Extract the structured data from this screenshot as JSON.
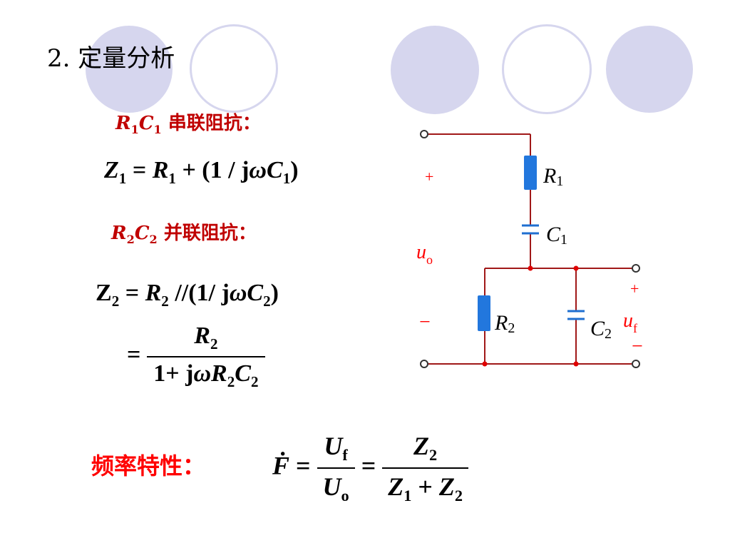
{
  "title": "2.  定量分析",
  "series_label": "串联阻抗：",
  "parallel_label": "并联阻抗：",
  "eq1": {
    "lhs": "Z",
    "sub1": "1",
    "rhs": "= R",
    "sub2": "1",
    "plus": "+ (1 / j",
    "omega": "ω",
    "c": "C",
    "sub3": "1",
    "close": ")"
  },
  "eq2": {
    "line1": "//(1/ jωC",
    "frac_num": "R",
    "frac_num_sub": "2",
    "frac_den": "1+ jωR"
  },
  "freq_label": "频率特性：",
  "freq_eq": {
    "lhs": "F",
    "num1": "U",
    "num1_sub": "f",
    "den1": "U",
    "den1_sub": "o",
    "num2": "Z",
    "num2_sub": "2",
    "den2_a": "Z",
    "den2_a_sub": "1",
    "den2_b": "Z",
    "den2_b_sub": "2"
  },
  "circuit": {
    "R1": "R",
    "R1_sub": "1",
    "C1": "C",
    "C1_sub": "1",
    "R2": "R",
    "R2_sub": "2",
    "C2": "C",
    "C2_sub": "2",
    "uo": "u",
    "uo_sub": "o",
    "uf": "u",
    "uf_sub": "f",
    "plus_left": "+",
    "minus_left": "−",
    "plus_right": "+",
    "minus_right": "−"
  },
  "colors": {
    "wire": "#a01818",
    "resistor": "#2277dd",
    "capacitor": "#1f6fd0",
    "node": "#e00000",
    "terminal_red": "#ff0000",
    "deco": "#d6d6ee"
  }
}
